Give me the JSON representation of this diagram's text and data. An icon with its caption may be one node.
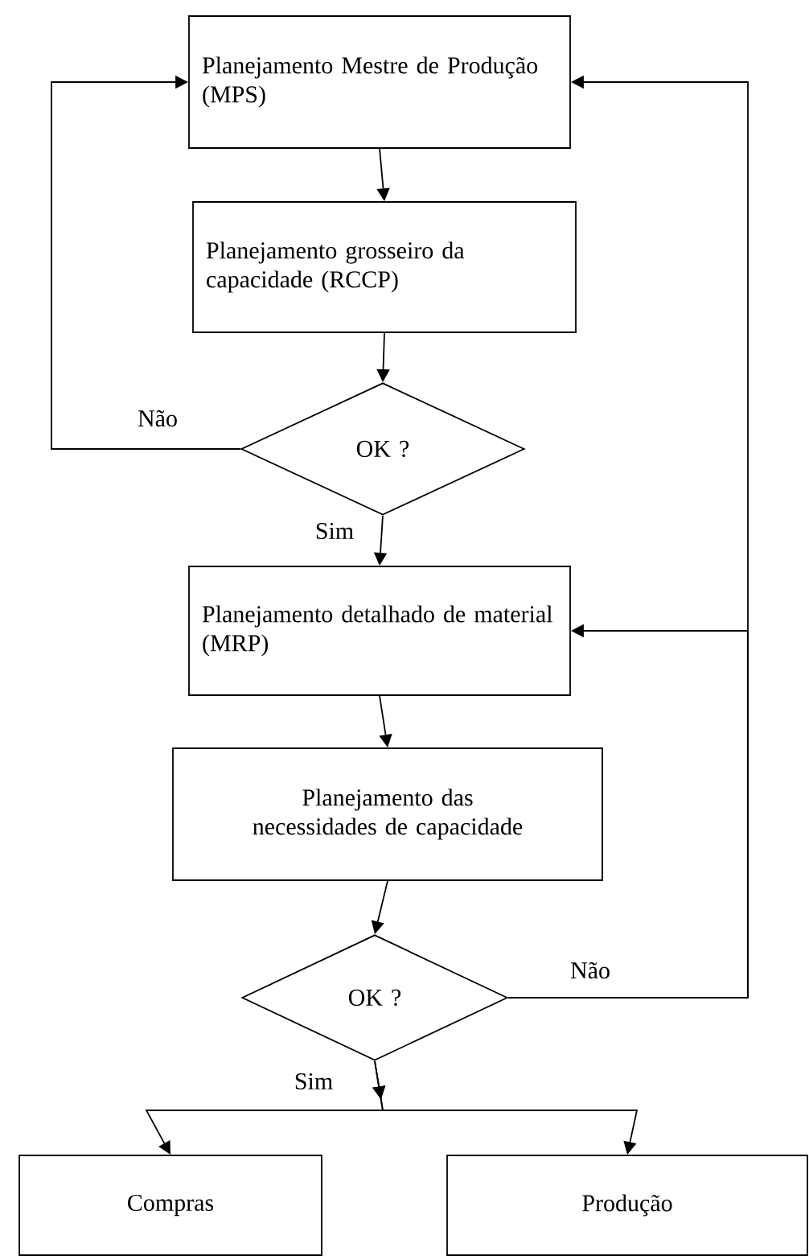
{
  "diagram": {
    "nodes": [
      {
        "text": [
          "Planejamento Mestre de Produção (MPS)"
        ]
      },
      {
        "text": [
          "Planejamento grosseiro da capacidade (RCCP)"
        ]
      },
      {
        "text": [
          "OK ?"
        ]
      },
      {
        "text": [
          "Planejamento detalhado de material (MRP)"
        ]
      },
      {
        "text": [
          "Planejamento das necessidades de capacidade"
        ]
      },
      {
        "text": [
          "OK ?"
        ]
      },
      {
        "text": [
          "Compras"
        ]
      },
      {
        "text": [
          "Produção"
        ]
      }
    ],
    "edges": [
      {
        "from": 0,
        "to": 1,
        "arrow": "to"
      },
      {
        "from": 1,
        "to": 2,
        "arrow": "to"
      },
      {
        "from": 2,
        "to": 0,
        "arrow": "to",
        "label": "Não"
      },
      {
        "from": 2,
        "to": 3,
        "arrow": "to",
        "label": "Sim"
      },
      {
        "from": 3,
        "to": 4,
        "arrow": "to"
      },
      {
        "from": 4,
        "to": 5,
        "arrow": "to"
      },
      {
        "from": 5,
        "to": 0,
        "arrow": "to",
        "label": "Não"
      },
      {
        "from": 5,
        "to": 3,
        "arrow": "to"
      },
      {
        "from": 5,
        "to": 6,
        "arrow": "to",
        "label": "Sim"
      },
      {
        "from": 5,
        "to": 7,
        "arrow": "to"
      }
    ]
  }
}
